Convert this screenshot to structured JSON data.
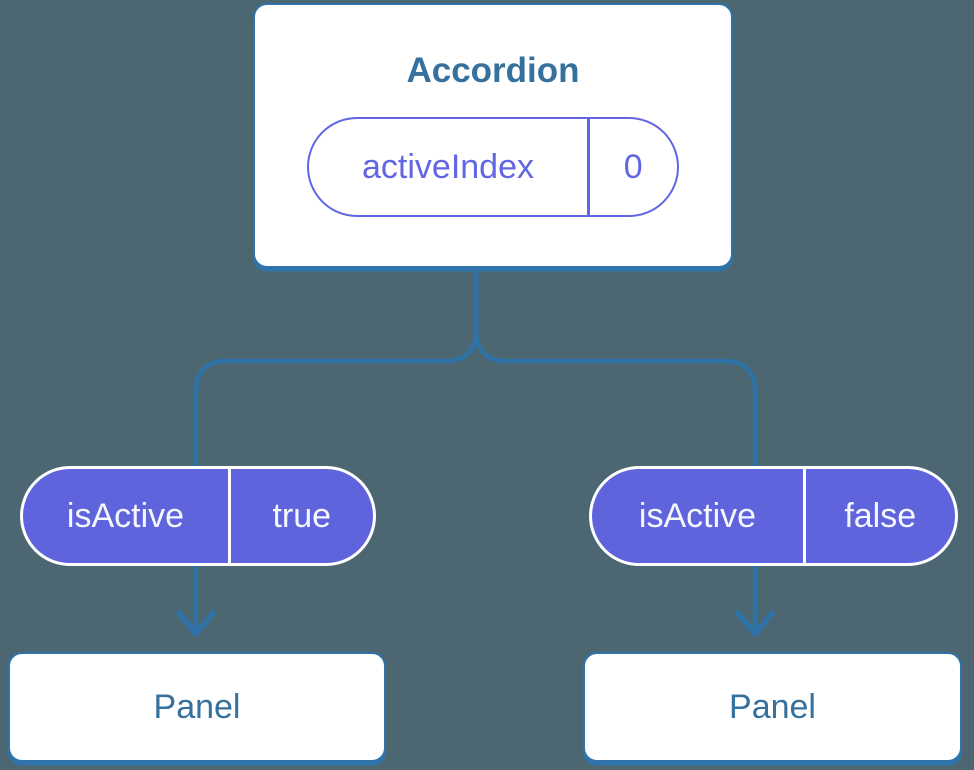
{
  "diagram": {
    "root": {
      "title": "Accordion",
      "state": {
        "name": "activeIndex",
        "value": "0"
      }
    },
    "children": [
      {
        "prop": {
          "name": "isActive",
          "value": "true"
        },
        "panel_label": "Panel"
      },
      {
        "prop": {
          "name": "isActive",
          "value": "false"
        },
        "panel_label": "Panel"
      }
    ]
  },
  "colors": {
    "background": "#4C6771",
    "connector_blue": "#2E72A8",
    "node_border_blue": "#2E74AB",
    "node_text_blue": "#36719E",
    "prop_pill_purple": "#5F64DD",
    "state_pill_purple": "#6366E3",
    "pill_text_white": "#F4F7FD",
    "node_background": "#FFFFFF"
  }
}
